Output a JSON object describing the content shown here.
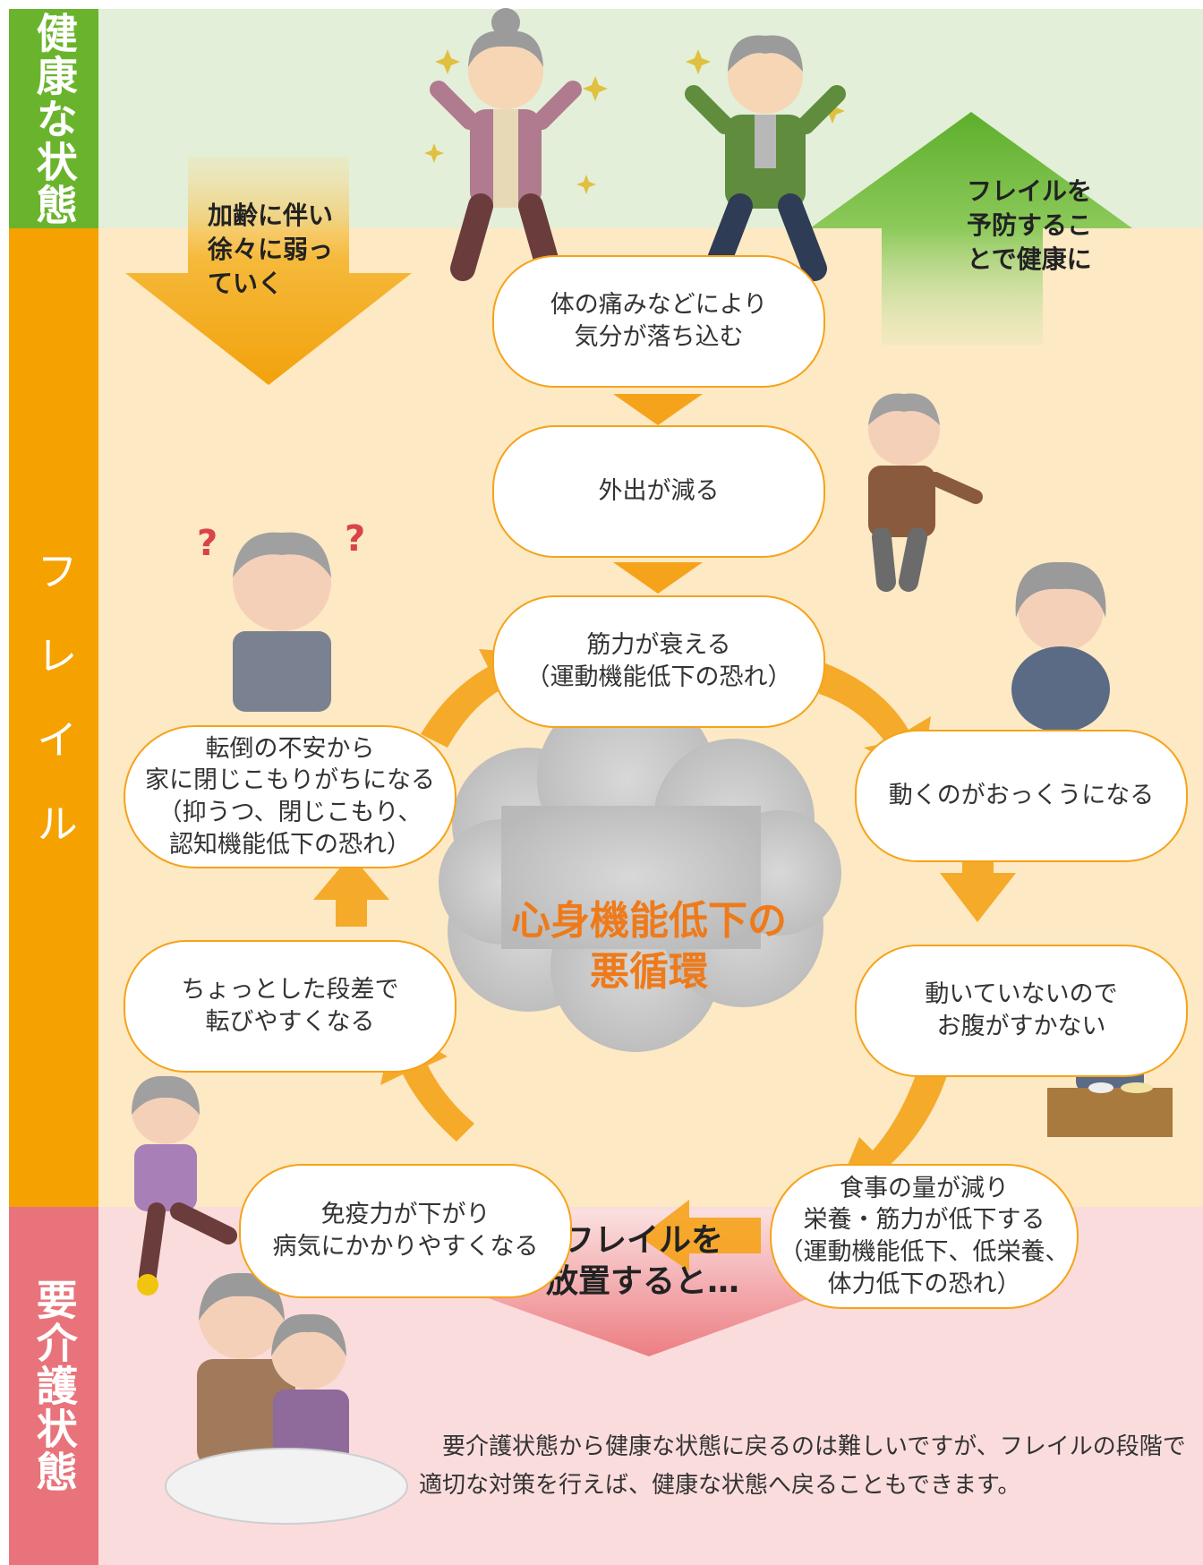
{
  "colors": {
    "healthy_band": "#e3efd8",
    "healthy_side": "#6ab42d",
    "frail_band": "#fde9c4",
    "frail_side": "#f5a200",
    "care_band": "#fbdcdc",
    "care_side": "#e9737a",
    "cycle_arrow": "#f5a31a",
    "cloud": "#c8c8c8",
    "cloud_text": "#ee7a1a"
  },
  "states": {
    "healthy": "健康な状態",
    "frail": "フレイル",
    "care": "要介護状態"
  },
  "arrows": {
    "decline": "加齢に伴い\n徐々に弱っ\nていく",
    "prevent": "フレイルを\n予防するこ\nとで健康に",
    "neglect": "フレイルを\n放置すると…"
  },
  "cycle": {
    "center": "心身機能低下の\n悪循環",
    "steps": [
      "体の痛みなどにより\n気分が落ち込む",
      "外出が減る",
      "筋力が衰える\n（運動機能低下の恐れ）",
      "動くのがおっくうになる",
      "動いていないので\nお腹がすかない",
      "食事の量が減り\n栄養・筋力が低下する\n（運動機能低下、低栄養、\n体力低下の恐れ）",
      "免疫力が下がり\n病気にかかりやすくなる",
      "ちょっとした段差で\n転びやすくなる",
      "転倒の不安から\n家に閉じこもりがちになる\n（抑うつ、閉じこもり、\n認知機能低下の恐れ）"
    ]
  },
  "note": "要介護状態から健康な状態に戻るのは難しいですが、フレイルの段階で適切な対策を行えば、健康な状態へ戻ることもできます。"
}
